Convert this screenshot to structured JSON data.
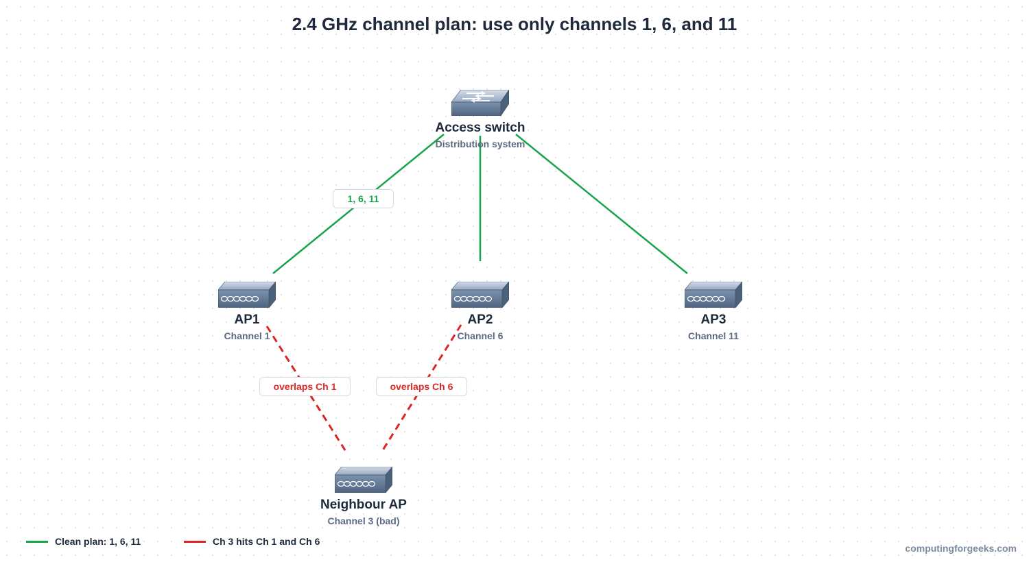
{
  "title": "2.4 GHz channel plan: use only channels 1, 6, and 11",
  "colors": {
    "clean": "#16a34a",
    "overlap": "#dc2626",
    "device": "#6f86a3"
  },
  "nodes": {
    "switch": {
      "label": "Access switch",
      "sub": "Distribution system",
      "icon": "network-switch-icon"
    },
    "ap1": {
      "label": "AP1",
      "sub": "Channel 1",
      "icon": "access-point-icon"
    },
    "ap2": {
      "label": "AP2",
      "sub": "Channel 6",
      "icon": "access-point-icon"
    },
    "ap3": {
      "label": "AP3",
      "sub": "Channel 11",
      "icon": "access-point-icon"
    },
    "neighbour": {
      "label": "Neighbour AP",
      "sub": "Channel 3 (bad)",
      "icon": "access-point-icon"
    }
  },
  "edges": {
    "clean_label": "1, 6, 11",
    "overlap1_label": "overlaps Ch 1",
    "overlap6_label": "overlaps Ch 6"
  },
  "legend": {
    "clean": "Clean plan: 1, 6, 11",
    "overlap": "Ch 3 hits Ch 1 and Ch 6"
  },
  "credit": "computingforgeeks.com"
}
